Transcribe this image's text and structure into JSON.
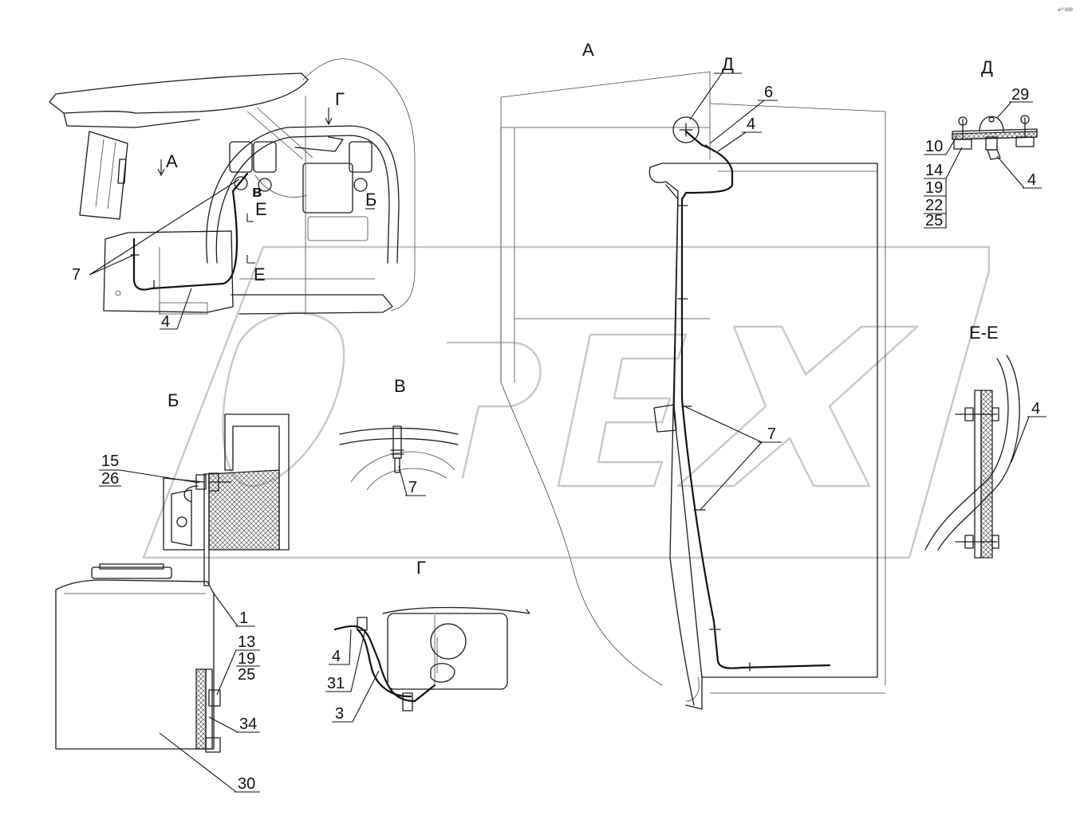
{
  "corner_code": "a²³ 888",
  "views": {
    "a_main": "А",
    "a_arrow": "А",
    "g_arrow": "Г",
    "b_arrow": "Б",
    "v_arrow": "в",
    "e_arrow_top": "Е",
    "e_arrow_bottom": "Е",
    "b_section": "Б",
    "v_section": "В",
    "g_section": "Г",
    "d_callout": "Д",
    "d_detail": "Д",
    "ee_section": "Е-Е"
  },
  "labels": {
    "p7_top": "7",
    "p4_top": "4",
    "p6": "6",
    "p4_a": "4",
    "p7_a": "7",
    "p29": "29",
    "p10": "10",
    "p14": "14",
    "p19_d": "19",
    "p22": "22",
    "p25_d": "25",
    "p4_d": "4",
    "p4_ee": "4",
    "p7_v": "7",
    "p15": "15",
    "p26": "26",
    "p1": "1",
    "p13": "13",
    "p19_b": "19",
    "p25_b": "25",
    "p34": "34",
    "p30": "30",
    "p4_g": "4",
    "p31": "31",
    "p3": "3"
  }
}
